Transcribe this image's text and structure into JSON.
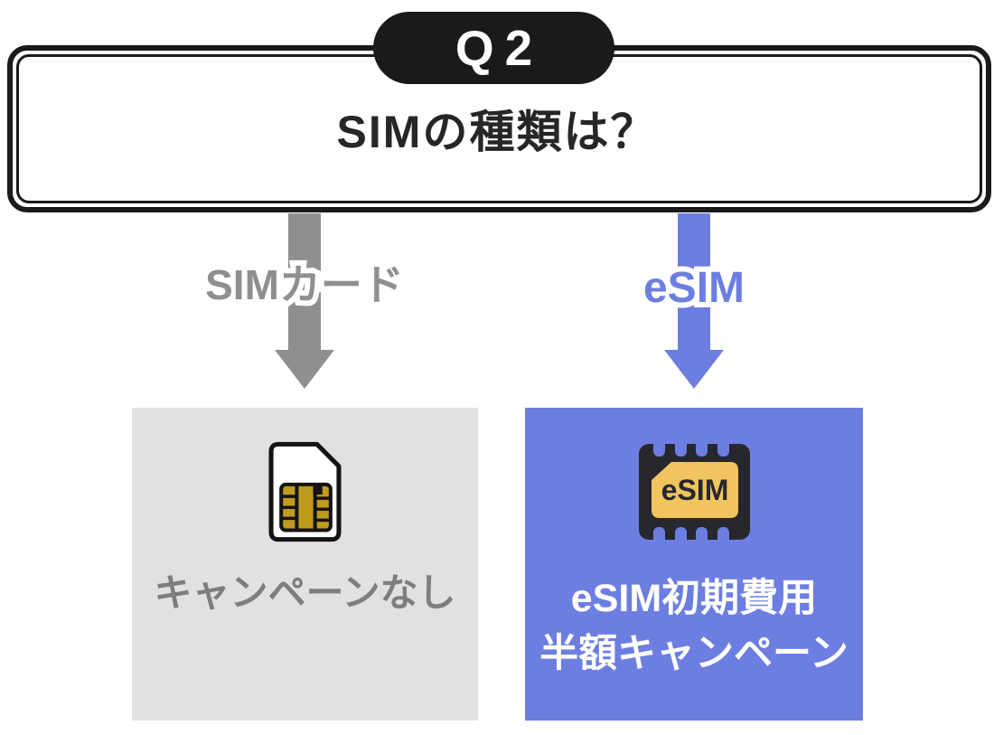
{
  "header": {
    "badge": "Q2",
    "question": "SIMの種類は？"
  },
  "branches": {
    "left": {
      "arrow_label": "SIMカード",
      "card_text": "キャンペーンなし",
      "icon": "sim-card-icon"
    },
    "right": {
      "arrow_label": "eSIM",
      "chip_label": "eSIM",
      "card_text_line1": "eSIM初期費用",
      "card_text_line2": "半額キャンペーン",
      "icon": "esim-chip-icon"
    }
  },
  "colors": {
    "border_black": "#1a1a1a",
    "badge_bg": "#1a1a1a",
    "arrow_gray": "#8f8f8f",
    "label_gray": "#8f8f8f",
    "card_gray_bg": "#e1e1e1",
    "caption_gray": "#7e7e7e",
    "accent_blue": "#6d7ee1",
    "chip_dark": "#26282e",
    "chip_gold": "#f2c45e",
    "sim_chip_gold": "#bf9b1e"
  }
}
